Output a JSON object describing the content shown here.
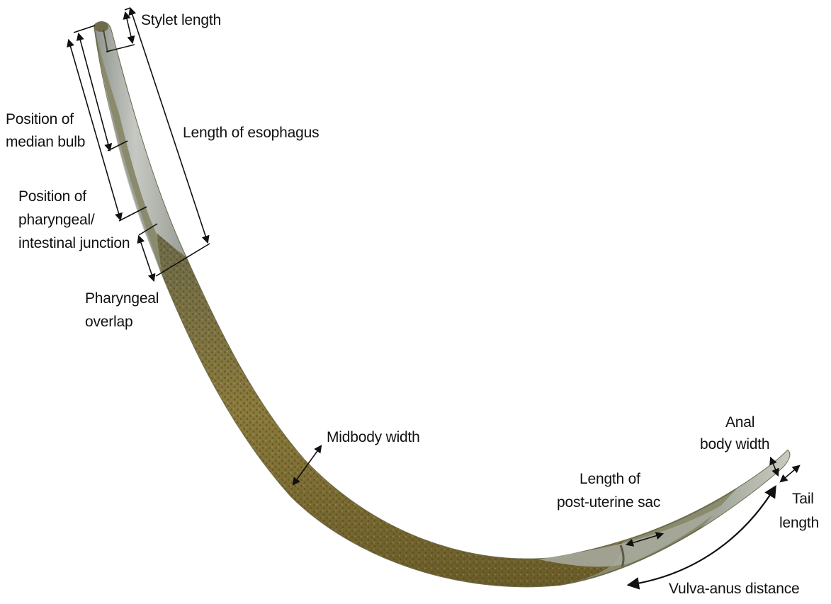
{
  "labels": {
    "stylet_length": "Stylet length",
    "median_bulb_l1": "Position of",
    "median_bulb_l2": "median bulb",
    "esophagus_length": "Length of esophagus",
    "junction_l1": "Position of",
    "junction_l2": "pharyngeal/",
    "junction_l3": "intestinal junction",
    "overlap_l1": "Pharyngeal",
    "overlap_l2": "overlap",
    "midbody_width": "Midbody width",
    "anal_l1": "Anal",
    "anal_l2": "body width",
    "sac_l1": "Length of",
    "sac_l2": "post-uterine sac",
    "tail_l1": "Tail",
    "tail_l2": "length",
    "vulva_anus": "Vulva-anus distance"
  },
  "colors": {
    "background": "#ffffff",
    "annotation": "#111111",
    "cuticle": "#8a8660",
    "pharynx": "#b9bdb9",
    "intestine": "#7d6f3a",
    "granules": "#5b4f22"
  }
}
